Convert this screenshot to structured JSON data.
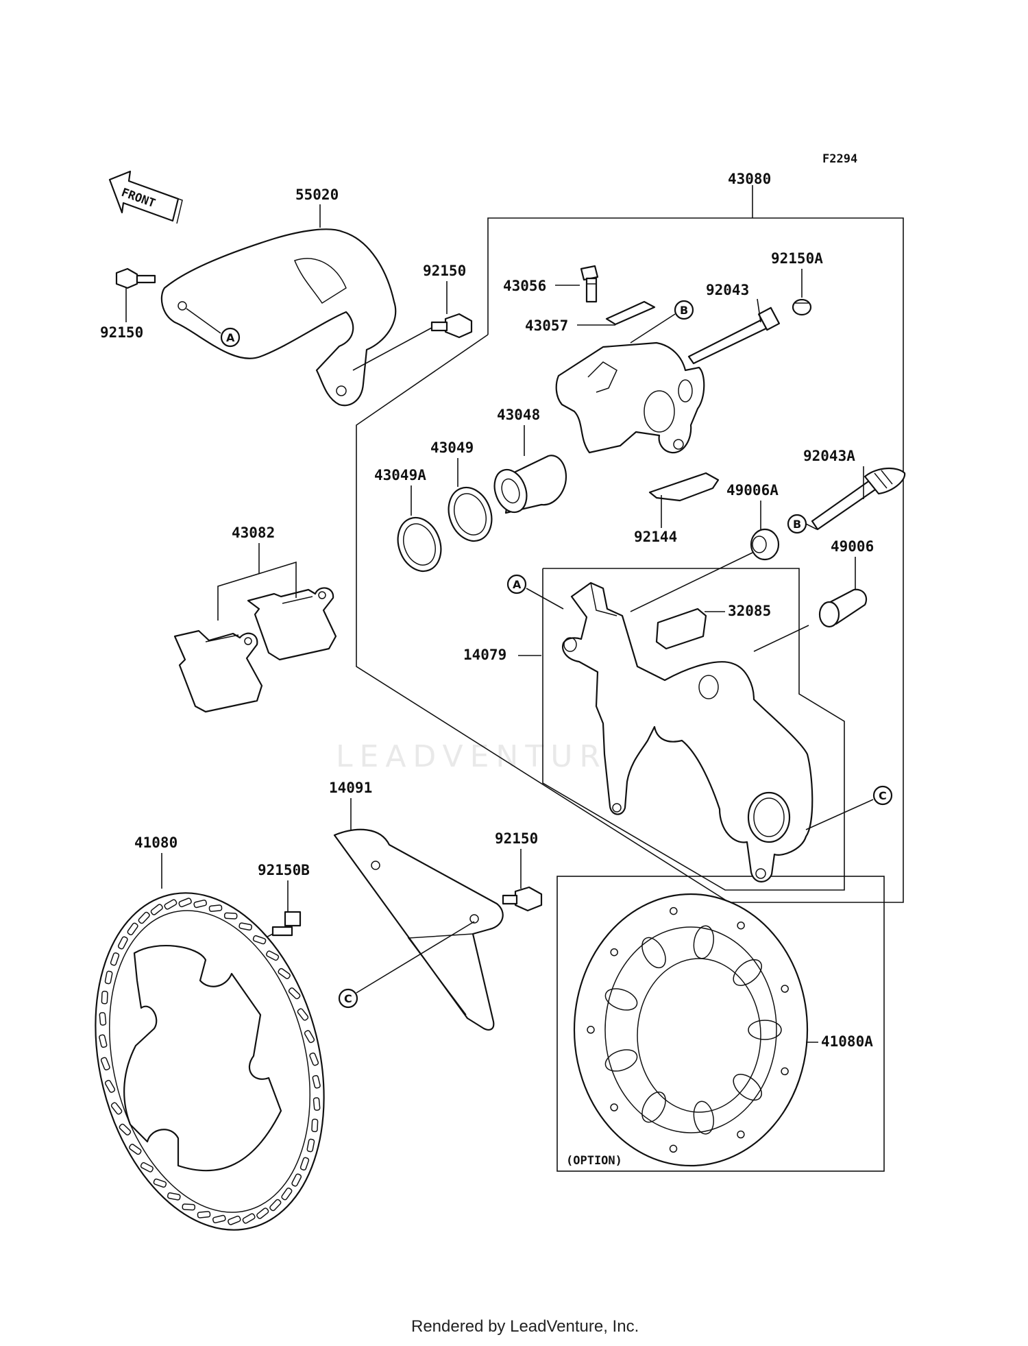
{
  "figure_code": "F2294",
  "front_label": "FRONT",
  "option_label": "(OPTION)",
  "watermark": "LEADVENTURE",
  "footer": "Rendered by LeadVenture, Inc.",
  "colors": {
    "line": "#111111",
    "background": "#ffffff",
    "watermark": "#e9e9e9"
  },
  "callouts": {
    "a": "A",
    "b": "B",
    "c": "C"
  },
  "parts": {
    "p55020": "55020",
    "p92150_left": "92150",
    "p92150_top": "92150",
    "p43080": "43080",
    "p43056": "43056",
    "p43057": "43057",
    "p92043": "92043",
    "p92150A": "92150A",
    "p43048": "43048",
    "p43049": "43049",
    "p43049A": "43049A",
    "p92043A": "92043A",
    "p49006A": "49006A",
    "p92144": "92144",
    "p49006": "49006",
    "p43082": "43082",
    "p32085": "32085",
    "p14079": "14079",
    "p14091": "14091",
    "p92150_bottom": "92150",
    "p41080": "41080",
    "p92150B": "92150B",
    "p41080A": "41080A"
  }
}
